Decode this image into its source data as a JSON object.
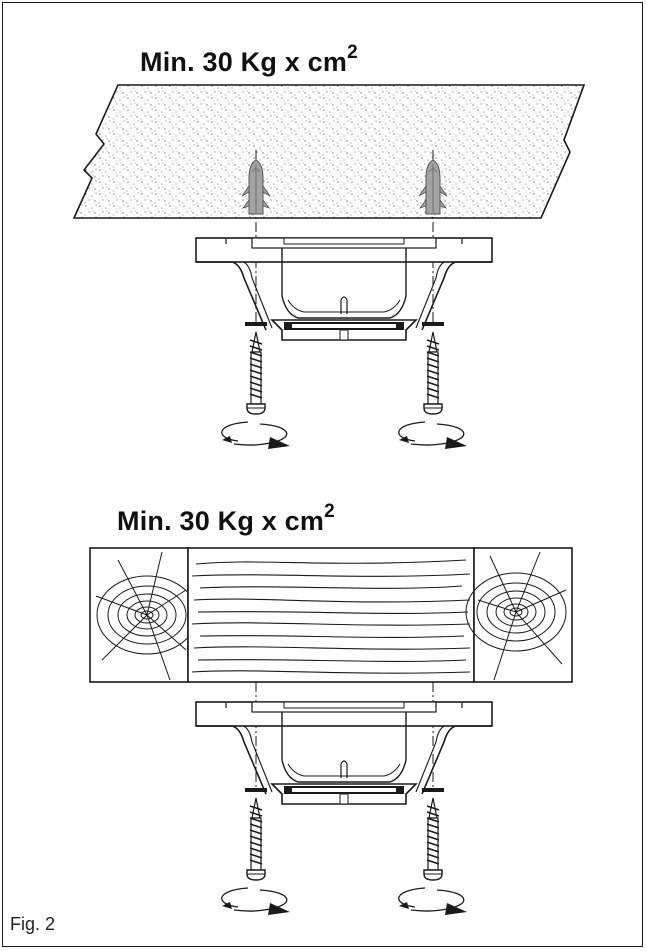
{
  "figure": {
    "label": "Fig. 2"
  },
  "panels": [
    {
      "surface": "concrete",
      "load_text": "Min. 30 Kg x cm",
      "load_exponent": "2"
    },
    {
      "surface": "wood",
      "load_text": "Min. 30 Kg x cm",
      "load_exponent": "2"
    }
  ],
  "colors": {
    "line": "#1a1a1a",
    "plug": "#9a9a9a",
    "background": "#ffffff"
  },
  "icons": [
    "wall-plug-icon",
    "screw-icon",
    "rotation-arrow-icon"
  ]
}
